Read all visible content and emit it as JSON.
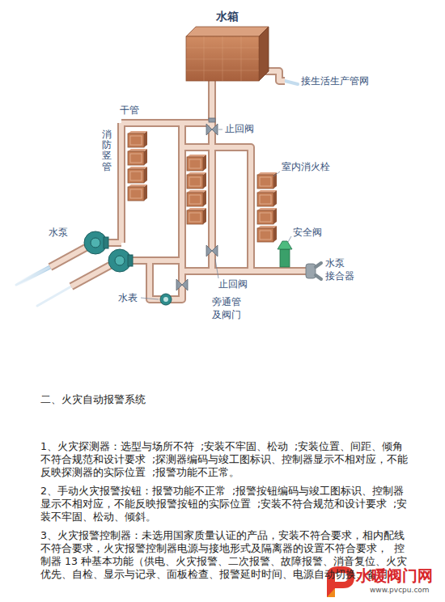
{
  "diagram": {
    "nodes": [
      {
        "text": [
          "水箱"
        ]
      }
    ],
    "labels": [
      "接生活生产管网",
      "干管",
      "消防竖管",
      "止回阀",
      "室内消火栓",
      "安全阀",
      "水泵",
      "水泵 接合器",
      "止回阀",
      "水表",
      "旁通管 及阀门",
      "二、火灾自动报警系统",
      "1、火灾探测器：选型与场所不符  ;安装不牢固、松动  ;安装位置、间距、倾角不符合规范和设计要求  ;探测器编码与竣工图标识、控制器显示不相对应，不能反映探测器的实际位置  ;报警功能不正常。",
      "2、手动火灾报警按钮：报警功能不正常  ;报警按钮编码与竣工图标识、控制器显示不相对应，不能反映报警按钮的实际位置  ;安装不符合规范和设计要求  ;安装不牢固、松动、倾斜。",
      "3、火灾报警控制器：未选用国家质量认证的产品，安装不符合要求，相内配线不符合要求，火灾报警控制器电源与接地形式及隔离器的设置不符合要求，  控制器 13 种基本功能（供电、火灾报警、二次报警、故障报警、消音复位、火灾优先、自检、显示与记录、面板检查、报警延时时间、电源自动切换、备用",
      "水暖阀门网",
      "www.pvcpu.com"
    ]
  }
}
